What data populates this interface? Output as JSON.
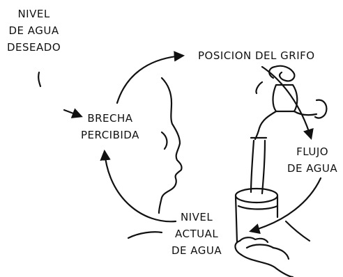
{
  "labels": {
    "desired_level": [
      "NIVEL",
      "DE AGUA",
      "DESEADO"
    ],
    "perceived_gap": [
      "BRECHA",
      "PERCIBIDA"
    ],
    "faucet_position": [
      "POSICION DEL GRIFO"
    ],
    "water_flow": [
      "FLUJO",
      "DE AGUA"
    ],
    "actual_level": [
      "NIVEL",
      "ACTUAL",
      "DE AGUA"
    ]
  },
  "colors": {
    "ink": "#111111",
    "background": "#ffffff"
  }
}
